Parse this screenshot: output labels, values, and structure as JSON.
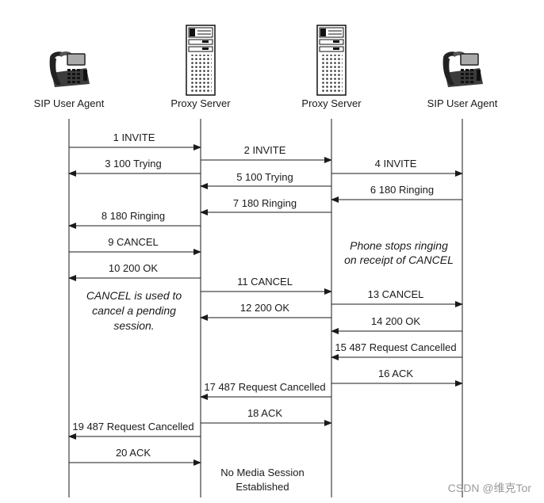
{
  "entities": [
    {
      "name": "SIP User Agent",
      "icon": "phone-icon"
    },
    {
      "name": "Proxy Server",
      "icon": "server-icon"
    },
    {
      "name": "Proxy Server",
      "icon": "server-icon"
    },
    {
      "name": "SIP User Agent",
      "icon": "phone-icon"
    }
  ],
  "messages": [
    {
      "label": "1  INVITE",
      "from": 0,
      "to": 1
    },
    {
      "label": "2  INVITE",
      "from": 1,
      "to": 2
    },
    {
      "label": "3  100 Trying",
      "from": 1,
      "to": 0
    },
    {
      "label": "4  INVITE",
      "from": 2,
      "to": 3
    },
    {
      "label": "5  100 Trying",
      "from": 2,
      "to": 1
    },
    {
      "label": "6  180 Ringing",
      "from": 3,
      "to": 2
    },
    {
      "label": "7  180 Ringing",
      "from": 2,
      "to": 1
    },
    {
      "label": "8  180 Ringing",
      "from": 1,
      "to": 0
    },
    {
      "label": "9  CANCEL",
      "from": 0,
      "to": 1
    },
    {
      "label": "10  200 OK",
      "from": 1,
      "to": 0
    },
    {
      "label": "11 CANCEL",
      "from": 1,
      "to": 2
    },
    {
      "label": "12  200 OK",
      "from": 2,
      "to": 1
    },
    {
      "label": "13 CANCEL",
      "from": 2,
      "to": 3
    },
    {
      "label": "14  200 OK",
      "from": 3,
      "to": 2
    },
    {
      "label": "15 487 Request Cancelled",
      "from": 3,
      "to": 2
    },
    {
      "label": "16 ACK",
      "from": 2,
      "to": 3
    },
    {
      "label": "17 487 Request Cancelled",
      "from": 2,
      "to": 1
    },
    {
      "label": "18 ACK",
      "from": 1,
      "to": 2
    },
    {
      "label": "19 487 Request Cancelled",
      "from": 1,
      "to": 0
    },
    {
      "label": "20 ACK",
      "from": 0,
      "to": 1
    }
  ],
  "notes": [
    {
      "lines": [
        "Phone stops ringing",
        "on receipt of CANCEL"
      ]
    },
    {
      "lines": [
        "CANCEL is used to",
        "cancel a pending",
        "session."
      ]
    },
    {
      "lines": [
        "No Media Session",
        "Established"
      ]
    }
  ],
  "watermark": "CSDN @维克Tor"
}
